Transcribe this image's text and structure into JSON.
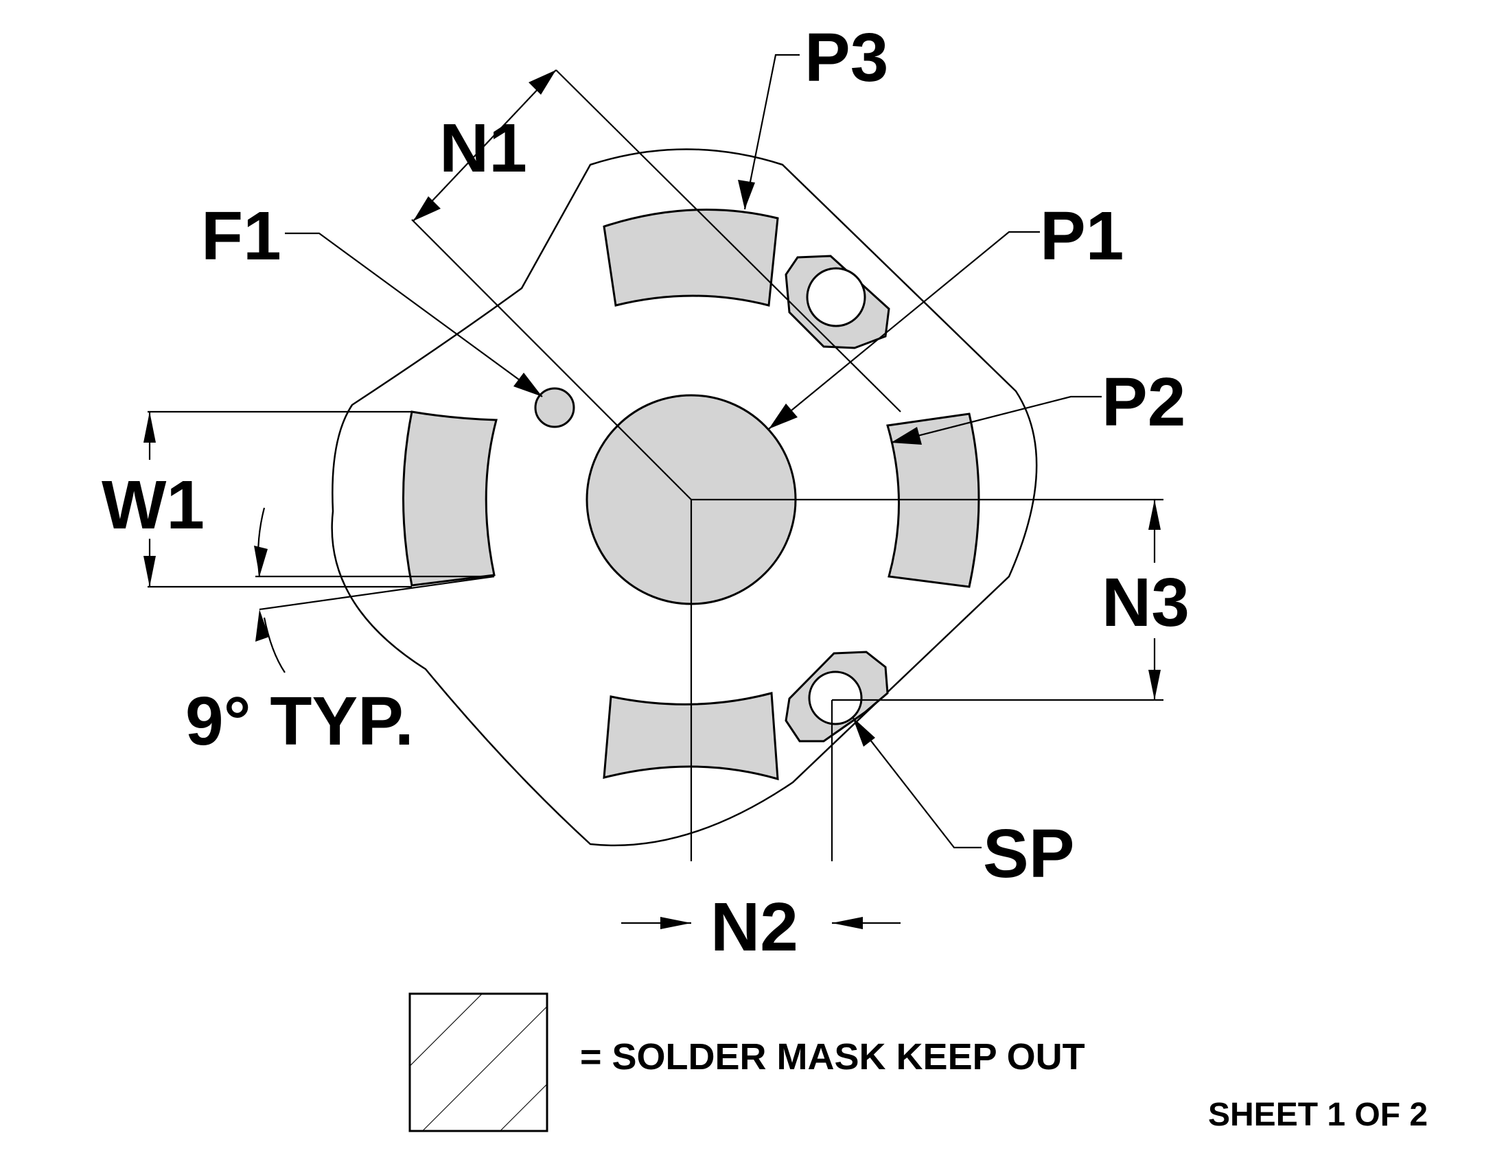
{
  "labels": {
    "p3": "P3",
    "n1": "N1",
    "f1": "F1",
    "p1": "P1",
    "p2": "P2",
    "w1": "W1",
    "n3": "N3",
    "angle": "9° TYP.",
    "sp": "SP",
    "n2": "N2"
  },
  "legend": {
    "text": "= SOLDER MASK KEEP OUT"
  },
  "sheet": {
    "text": "SHEET 1 OF 2"
  },
  "colors": {
    "pad_fill": "#d4d4d4",
    "line": "#000000",
    "background": "#ffffff"
  }
}
